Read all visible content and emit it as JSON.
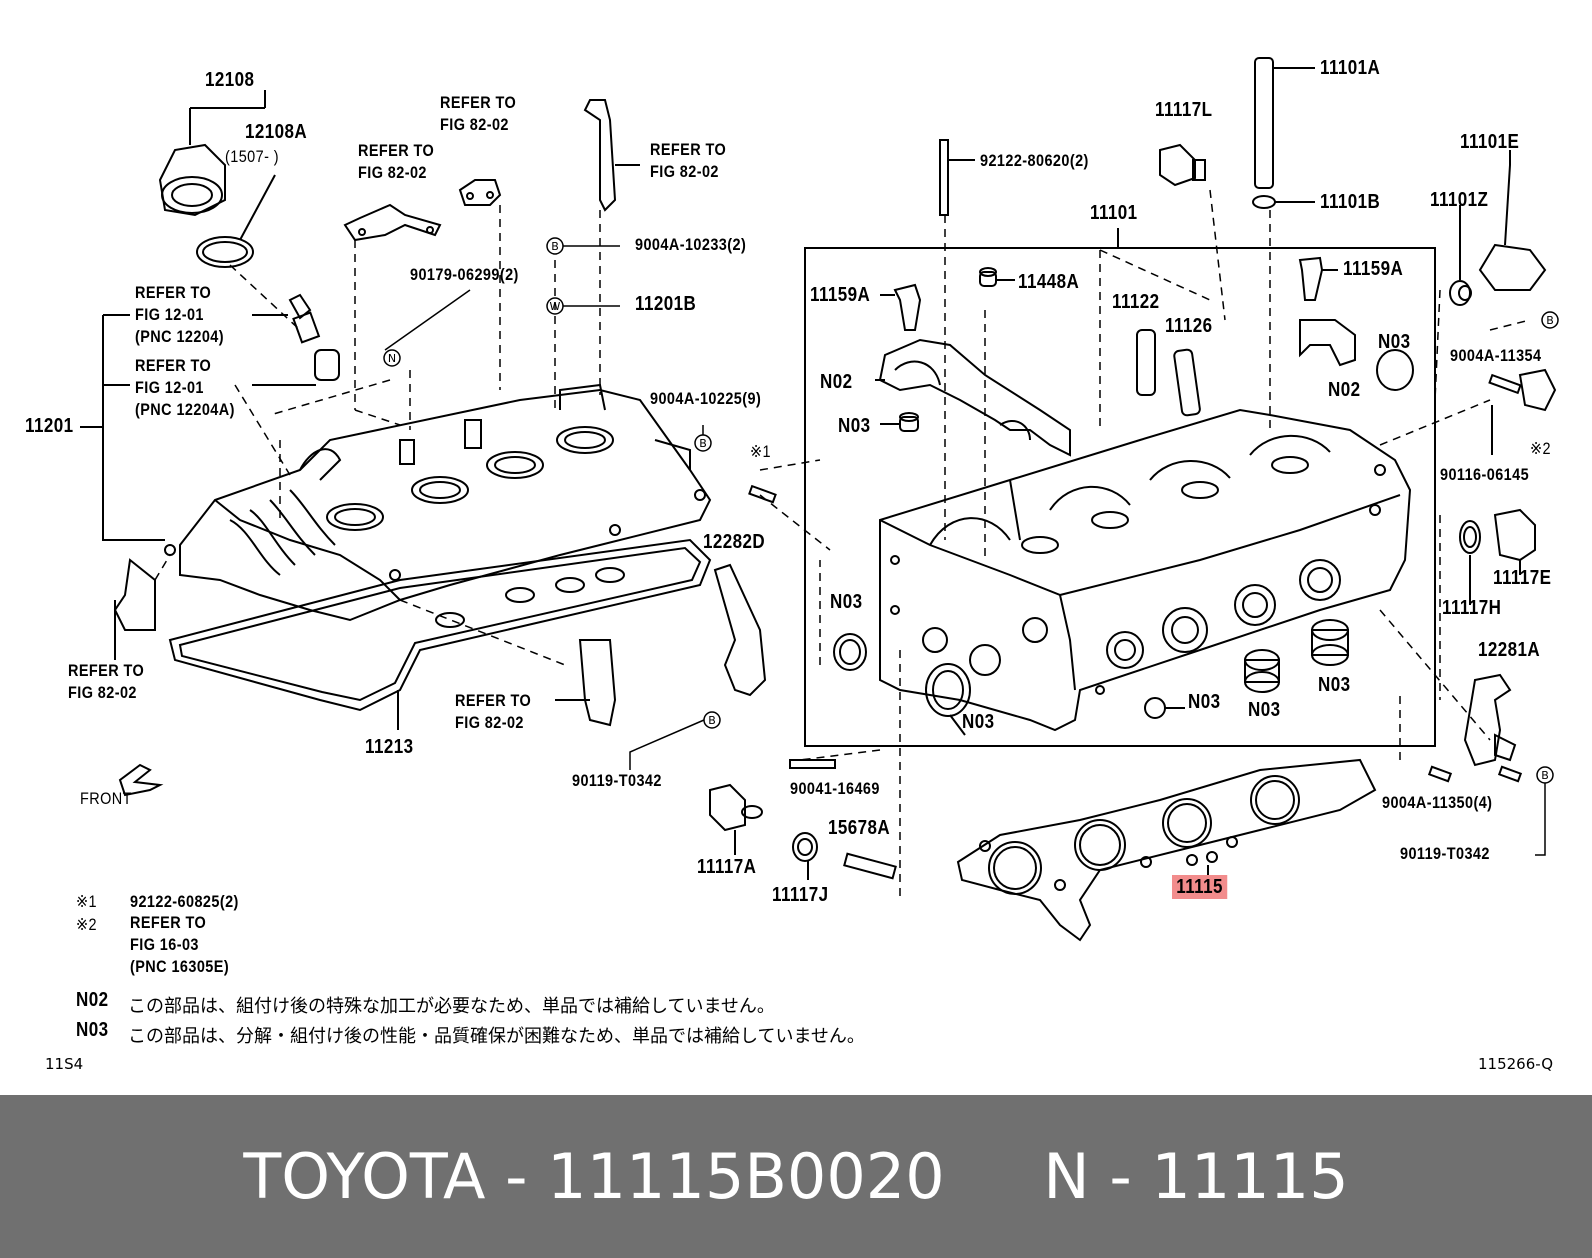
{
  "labels": {
    "p12108": "12108",
    "p12108a": "12108A",
    "p12108a_note": "(1507-      )",
    "refer_8202_a": "REFER TO\nFIG 82-02",
    "refer_8202_b": "REFER TO\nFIG 82-02",
    "refer_8202_c": "REFER TO\nFIG 82-02",
    "refer_8202_d": "REFER TO\nFIG 82-02",
    "refer_8202_e": "REFER TO\nFIG 82-02",
    "refer_1201_a": "REFER TO\nFIG 12-01\n(PNC 12204)",
    "refer_1201_b": "REFER TO\nFIG 12-01\n(PNC 12204A)",
    "p11201": "11201",
    "p90179": "90179-06299(2)",
    "p9004a_10233": "9004A-10233(2)",
    "p11201b": "11201B",
    "p9004a_10225": "9004A-10225(9)",
    "p92122_80620": "92122-80620(2)",
    "p11101a": "11101A",
    "p11117l": "11117L",
    "p11101b": "11101B",
    "p11101e": "11101E",
    "p11101z": "11101Z",
    "p11101": "11101",
    "p11159a_l": "11159A",
    "p11448a": "11448A",
    "p11122": "11122",
    "p11126": "11126",
    "p11159a_r": "11159A",
    "n02_a": "N02",
    "n02_b": "N02",
    "n03_a": "N03",
    "n03_b": "N03",
    "n03_c": "N03",
    "n03_d": "N03",
    "n03_e": "N03",
    "n03_f": "N03",
    "n03_g": "N03",
    "p9004a_11354": "9004A-11354",
    "mark2_a": "※2",
    "p90116": "90116-06145",
    "mark1_a": "※1",
    "p12282d": "12282D",
    "p11117e": "11117E",
    "p11117h": "11117H",
    "p12281a": "12281A",
    "p11213": "11213",
    "p90119_a": "90119-T0342",
    "p90041": "90041-16469",
    "p15678a": "15678A",
    "p11117a": "11117A",
    "p11117j": "11117J",
    "p11115": "11115",
    "p9004a_11350": "9004A-11350(4)",
    "p90119_b": "90119-T0342",
    "front": "FRONT"
  },
  "notes": {
    "m1_sym": "※1",
    "m1_text": "92122-60825(2)",
    "m2_sym": "※2",
    "m2_text": "REFER TO\nFIG 16-03\n(PNC 16305E)",
    "n02_sym": "N02",
    "n02_text": "この部品は、組付け後の特殊な加工が必要なため、単品では補給していません。",
    "n03_sym": "N03",
    "n03_text": "この部品は、分解・組付け後の性能・品質確保が困難なため、単品では補給していません。",
    "code_left": "11S4",
    "code_right": "115266-Q"
  },
  "footer": {
    "title": "TOYOTA - 11115B0020     N - 11115"
  },
  "colors": {
    "highlight": "#f28c8c",
    "footer_bg": "#707070",
    "line": "#000000"
  }
}
